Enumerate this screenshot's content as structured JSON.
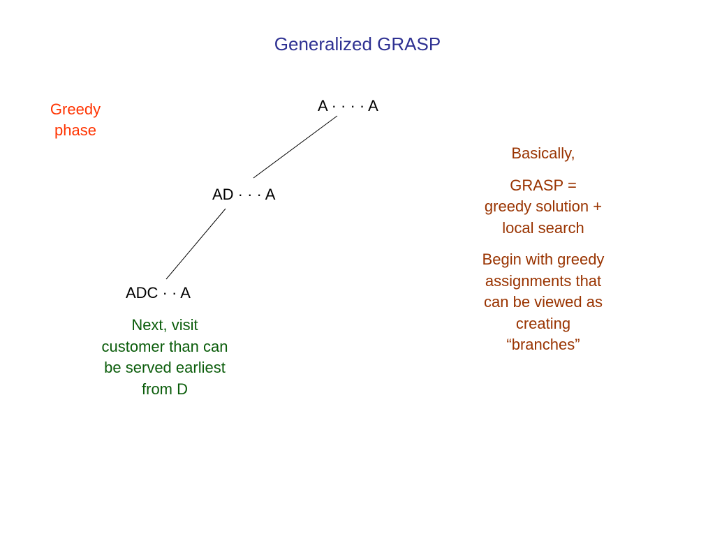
{
  "slide": {
    "title": "Generalized GRASP",
    "phase_label_line1": "Greedy",
    "phase_label_line2": "phase"
  },
  "tree": {
    "nodes": {
      "root": "A · · · · A",
      "ad": "AD · · · A",
      "adc": "ADC · · A"
    },
    "edges": [
      {
        "from": "root",
        "to": "ad"
      },
      {
        "from": "ad",
        "to": "adc"
      }
    ]
  },
  "notes": {
    "next_visit": [
      "Next, visit",
      "customer than can",
      "be served earliest",
      "from D"
    ],
    "basically": "Basically,",
    "grasp_def": [
      "GRASP =",
      "greedy solution +",
      "local search"
    ],
    "begin_with": [
      "Begin with greedy",
      "assignments that",
      "can be viewed as",
      "creating",
      "“branches”"
    ]
  },
  "colors": {
    "title": "#2e3192",
    "phase_label": "#ff3300",
    "green_note": "#0a5c0a",
    "right_note": "#993300"
  }
}
